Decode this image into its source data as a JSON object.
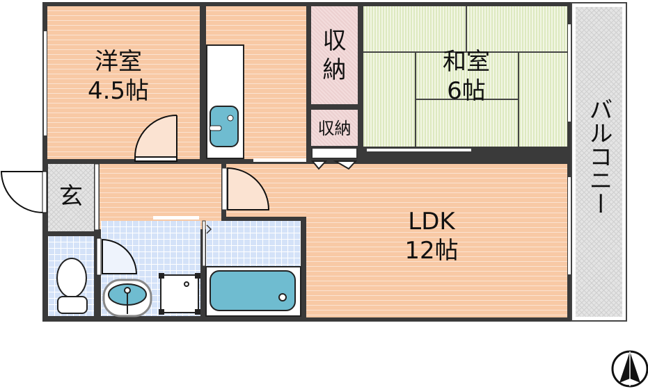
{
  "rooms": {
    "western": {
      "name": "洋室",
      "size": "4.5帖"
    },
    "closet_large": {
      "name_line1": "収",
      "name_line2": "納"
    },
    "closet_small": {
      "name": "収納"
    },
    "japanese": {
      "name": "和室",
      "size": "6帖"
    },
    "entrance": {
      "name": "玄"
    },
    "ldk": {
      "name": "LDK",
      "size": "12帖"
    },
    "balcony": {
      "name": "バルコニー"
    }
  },
  "colors": {
    "wall": "#3a3a3a",
    "floor_wood": "#f8c9a5",
    "floor_tile": "#d4e2f8",
    "tatami": "#dde9c0",
    "storage": "#f3dcdc",
    "fixture": "#6fbcd0"
  },
  "icons": [
    "north-compass-icon",
    "toilet-icon",
    "washbasin-icon",
    "bathtub-icon",
    "kitchen-sink-icon",
    "washing-machine-icon"
  ]
}
